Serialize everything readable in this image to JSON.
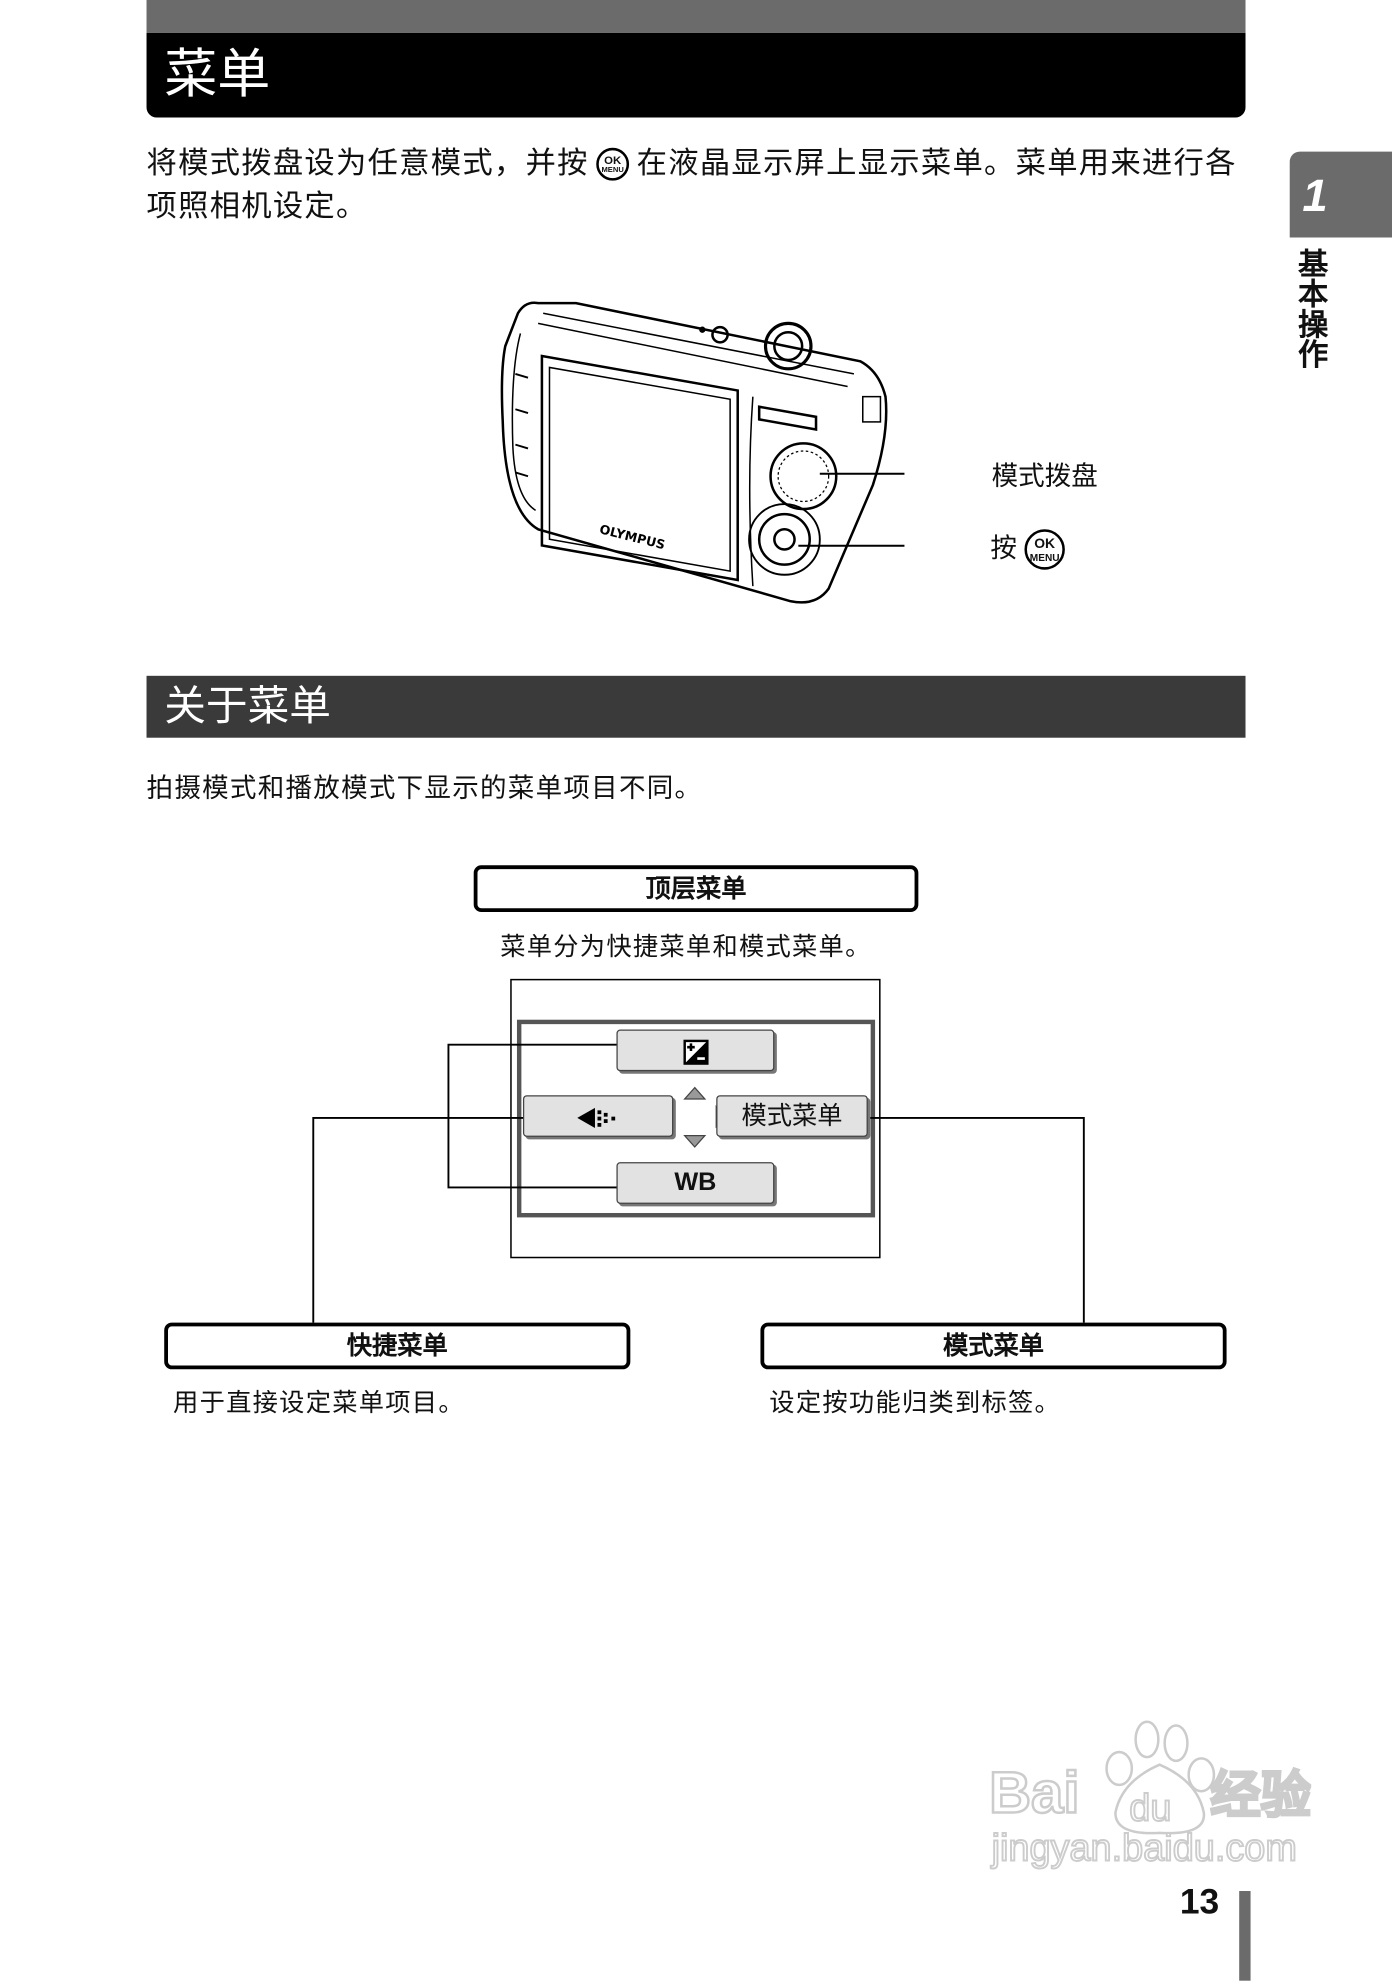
{
  "header": {
    "title": "菜单"
  },
  "intro": {
    "text_before": "将模式拨盘设为任意模式，并按",
    "button_ok": "OK",
    "button_menu": "MENU",
    "text_after": "在液晶显示屏上显示菜单。菜单用来进行各项照相机设定。"
  },
  "chapter_tab": {
    "number": "1",
    "title": "基本操作"
  },
  "camera": {
    "brand": "OLYMPUS",
    "callout_dial": "模式拨盘",
    "callout_press": "按"
  },
  "section": {
    "title": "关于菜单",
    "text": "拍摄模式和播放模式下显示的菜单项目不同。"
  },
  "diagram": {
    "top_menu": {
      "label": "顶层菜单",
      "caption": "菜单分为快捷菜单和模式菜单。"
    },
    "screen_buttons": {
      "top_icon": "exposure-compensation-icon",
      "left_icon": "image-quality-icon",
      "right_label": "模式菜单",
      "bottom_label": "WB"
    },
    "quick_menu": {
      "label": "快捷菜单",
      "caption": "用于直接设定菜单项目。"
    },
    "mode_menu": {
      "label": "模式菜单",
      "caption": "设定按功能归类到标签。"
    }
  },
  "page_number": "13",
  "watermark": {
    "logo": "Bai du 经验",
    "url": "jingyan.baidu.com"
  }
}
